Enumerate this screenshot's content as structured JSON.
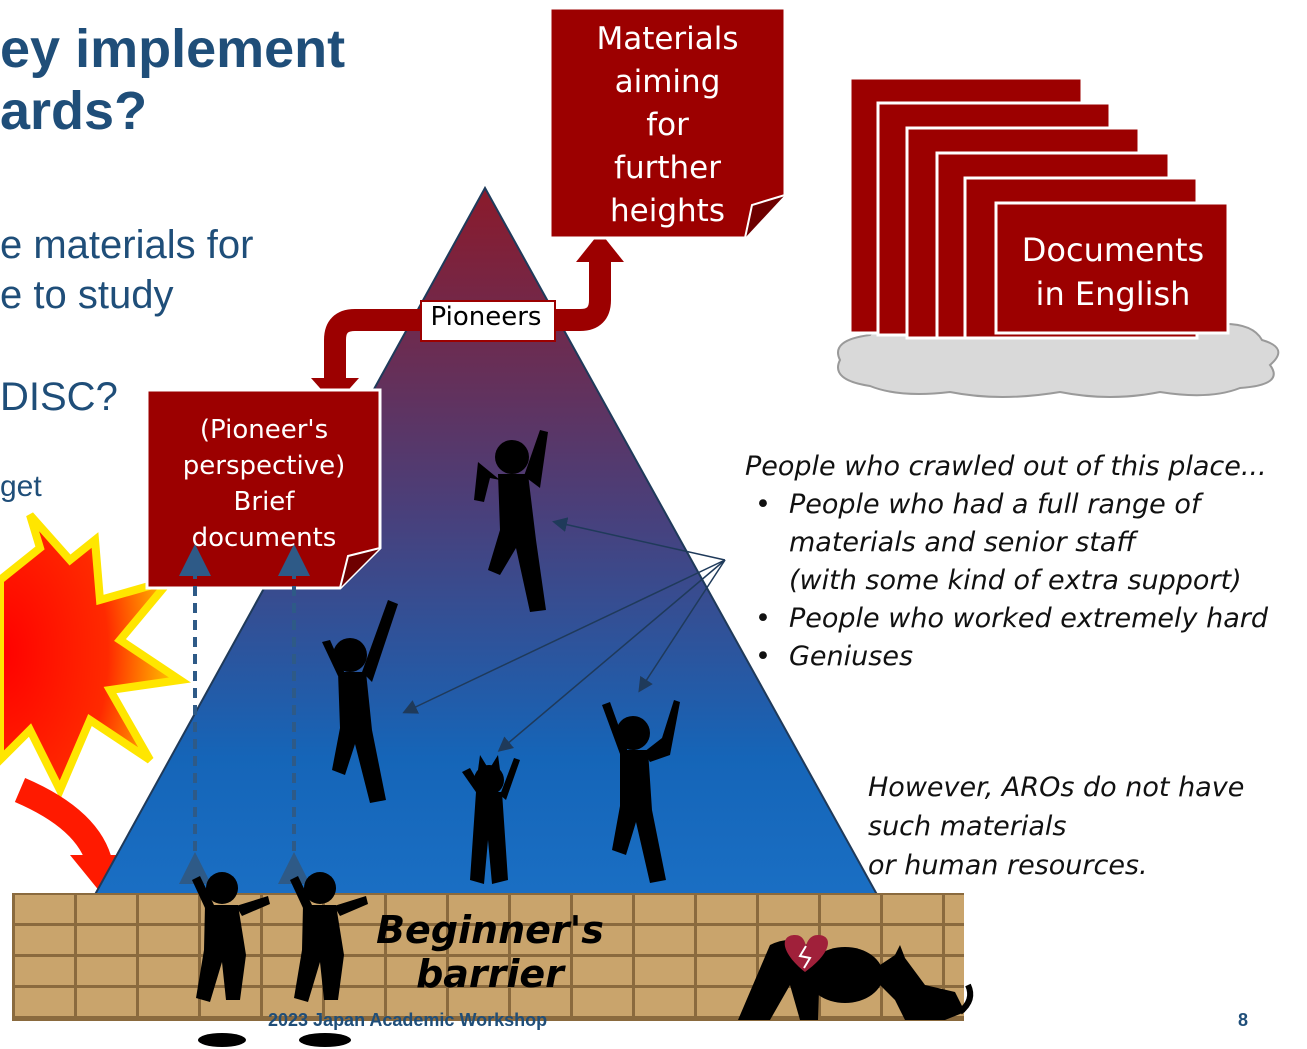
{
  "slide": {
    "title_lines": [
      "ey implement",
      "ards?"
    ],
    "body_lines": [
      "e materials for",
      "e to study",
      "DISC?",
      "get"
    ],
    "footer": "2023 Japan Academic Workshop",
    "page_number": "8"
  },
  "diagram": {
    "peak_materials": [
      "Materials",
      "aiming",
      "for",
      "further",
      "heights"
    ],
    "pioneers_label": "Pioneers",
    "brief_docs": [
      "(Pioneer's",
      "perspective)",
      "Brief",
      "documents"
    ],
    "english_docs": [
      "Documents",
      "in English"
    ],
    "crawled_heading": "People who crawled out of this place...",
    "crawled_items": [
      [
        "People who had a full range of",
        "materials and senior staff",
        "(with some kind of extra support)"
      ],
      [
        "People who worked extremely hard"
      ],
      [
        "Geniuses"
      ]
    ],
    "however_note": [
      "However, AROs do not have",
      "such materials",
      "or human resources."
    ],
    "barrier_label": [
      "Beginner's",
      "barrier"
    ],
    "colors": {
      "dark_red": "#9c0000",
      "pyramid_top": "#8b1a2b",
      "pyramid_bottom": "#1565b8",
      "title_blue": "#1f4e79"
    }
  }
}
